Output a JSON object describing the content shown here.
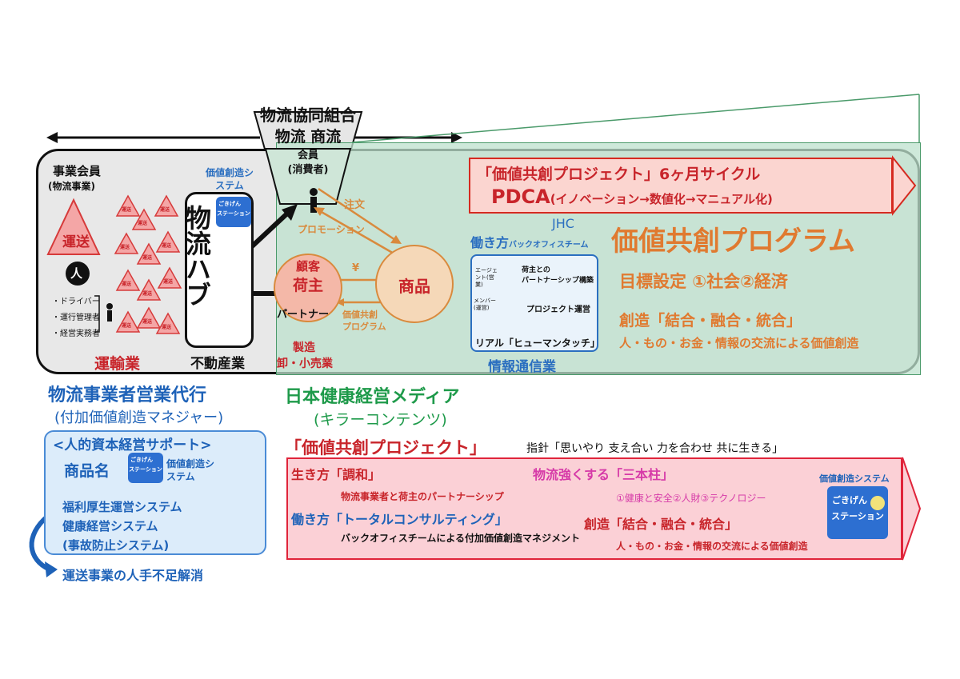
{
  "top": {
    "title": "物流協同組合",
    "funnel_label": "物流 商流",
    "member_label": "会員",
    "member_sub": "(消費者)"
  },
  "left": {
    "members_title": "事業会員",
    "members_sub": "(物流事業)",
    "transport_label": "運送",
    "small_label": "運送",
    "person_glyph": "人",
    "roles": [
      "・ドライバー",
      "・運行管理者",
      "・経営実務者"
    ],
    "industry": "運輸業"
  },
  "hub": {
    "system_label": "価値創造システム",
    "badge_line1": "ごきげん",
    "badge_line2": "ステーション",
    "text": "物流ハブ",
    "industry": "不動産業"
  },
  "center": {
    "order": "注文",
    "promotion": "プロモーション",
    "yen": "¥",
    "customer": "顧客",
    "shipper": "荷主",
    "partner": "パートナー",
    "program_line1": "価値共創",
    "program_line2": "プログラム",
    "product": "商品",
    "manufacturing": "製造",
    "retail": "卸・小売業"
  },
  "pdca": {
    "line1": "「価値共創プロジェクト」6ヶ月サイクル",
    "line2_main": "PDCA",
    "line2_sub": "(イノベーション→数値化→マニュアル化)"
  },
  "jhc": {
    "label": "JHC",
    "work_style": "働き方",
    "team": "バックオフィスチーム",
    "agent": "エージェント(営業)",
    "agent_task_1": "荷主との",
    "agent_task_2": "パートナーシップ構築",
    "member": "メンバー(運営)",
    "member_task": "プロジェクト運営",
    "real": "リアル「ヒューマンタッチ」",
    "industry": "情報通信業"
  },
  "program": {
    "title": "価値共創プログラム",
    "goal": "目標設定 ①社会②経済",
    "create": "創造「結合・融合・統合」",
    "exchange": "人・もの・お金・情報の交流による価値創造"
  },
  "agency": {
    "title": "物流事業者営業代行",
    "sub": "(付加価値創造マネジャー)"
  },
  "media": {
    "title": "日本健康経営メディア",
    "sub": "(キラーコンテンツ)"
  },
  "support": {
    "title": "<人的資本経営サポート>",
    "product_label": "商品名",
    "system_label": "価値創造システム",
    "items": [
      "福利厚生運営システム",
      "健康経営システム",
      "(事故防止システム)"
    ],
    "result": "運送事業の人手不足解消"
  },
  "project": {
    "title": "「価値共創プロジェクト」",
    "guide": "指針「思いやり 支え合い 力を合わせ 共に生きる」",
    "life_style": "生き方「調和」",
    "life_sub": "物流事業者と荷主のパートナーシップ",
    "pillars": "物流強くする「三本柱」",
    "pillars_sub": "①健康と安全②人財③テクノロジー",
    "work_style": "働き方「トータルコンサルティング」",
    "work_sub": "バックオフィスチームによる付加価値創造マネジメント",
    "create": "創造「結合・融合・統合」",
    "create_sub": "人・もの・お金・情報の交流による価値創造",
    "system_label": "価値創造システム"
  }
}
